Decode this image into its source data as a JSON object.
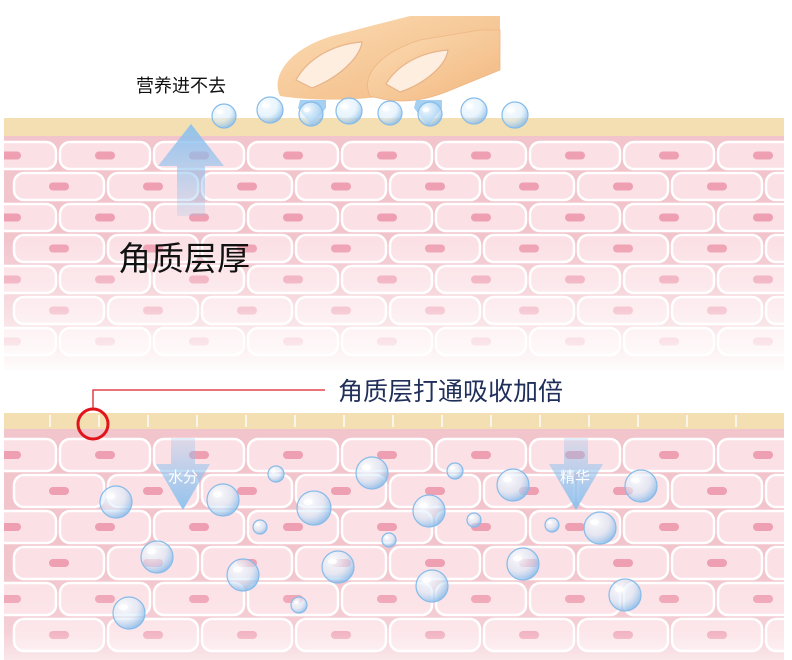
{
  "captions": {
    "blocked": "营养进不去",
    "thick_layer": "角质层厚",
    "unblocked": "角质层打通吸收加倍",
    "water": "水分",
    "essence": "精华"
  },
  "colors": {
    "stratum": "#f3dfb1",
    "tissue": "#f2c4cc",
    "cell_fill": "#fbe0e5",
    "cell_border": "#ffffff",
    "nucleus": "#ee9fb1",
    "arrow": "#8dc1ee",
    "accent_red": "#d9222a",
    "caption_blue": "#1f2f5a",
    "finger": "#f7cc9a",
    "droplet": "#9fcbf2"
  },
  "icons": {
    "fingers": "fingers-illustration",
    "droplet": "water-droplet-icon",
    "arrow": "arrow-icon",
    "highlight": "red-circle-marker"
  }
}
